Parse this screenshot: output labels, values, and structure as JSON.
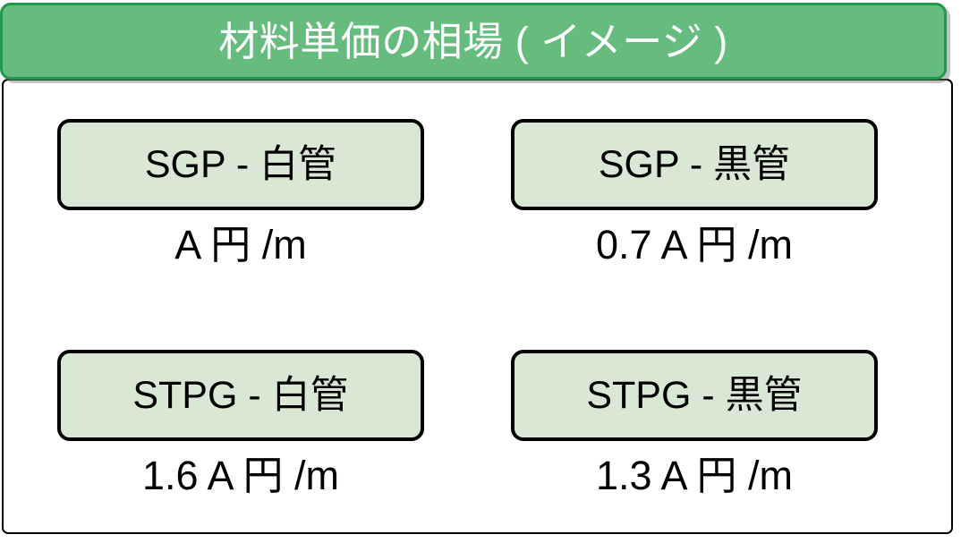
{
  "header": {
    "title": "材料単価の相場 ( イメージ )",
    "background_color": "#66bc7e",
    "border_color": "#1d9b49",
    "text_color": "#ffffff"
  },
  "panel": {
    "background_color": "#ffffff",
    "border_color": "#000000"
  },
  "box_style": {
    "fill_color": "#d8e8d4",
    "border_color": "#000000",
    "text_color": "#000000"
  },
  "items": [
    {
      "label": "SGP  - 白管",
      "price": "A 円 /m",
      "position": "top-left"
    },
    {
      "label": "SGP - 黒管",
      "price": "0.7 A 円 /m",
      "position": "top-right"
    },
    {
      "label": "STPG  - 白管",
      "price": "1.6 A 円 /m",
      "position": "bottom-left"
    },
    {
      "label": "STPG - 黒管",
      "price": "1.3 A 円 /m",
      "position": "bottom-right"
    }
  ]
}
